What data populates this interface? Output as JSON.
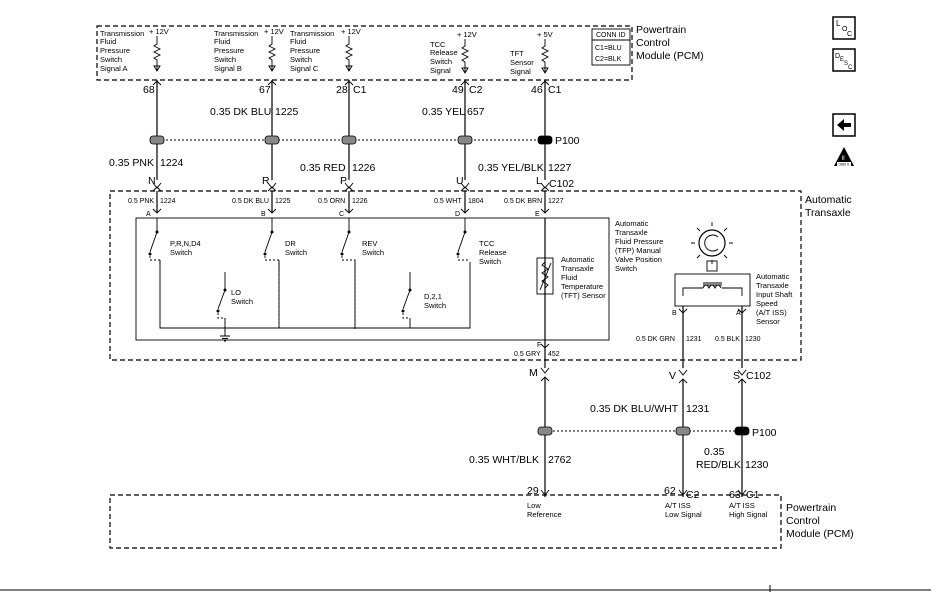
{
  "pcm_top": {
    "title": [
      "Powertrain",
      "Control",
      "Module (PCM)"
    ],
    "conn_id": [
      "CONN ID",
      "C1=BLU",
      "C2=BLK"
    ],
    "supplies": [
      "+ 12V",
      "+ 12V",
      "+ 12V",
      "+ 12V",
      "+ 5V"
    ],
    "signals": [
      [
        "Transmission",
        "Fluid",
        "Pressure",
        "Switch",
        "Signal A"
      ],
      [
        "Transmission",
        "Fluid",
        "Pressure",
        "Switch",
        "Signal B"
      ],
      [
        "Transmission",
        "Fluid",
        "Pressure",
        "Switch",
        "Signal C"
      ],
      [
        "TCC",
        "Release",
        "Switch",
        "Signal"
      ],
      [
        "TFT",
        "Sensor",
        "Signal"
      ]
    ],
    "pins": [
      "68",
      "67",
      "28",
      "49",
      "46"
    ],
    "pin_connectors": [
      "C1",
      "C2",
      "C1"
    ]
  },
  "wires_top": [
    {
      "gauge_color": "0.35 PNK",
      "circuit": "1224"
    },
    {
      "gauge_color": "0.35 DK BLU",
      "circuit": "1225"
    },
    {
      "gauge_color": "0.35 RED",
      "circuit": "1226"
    },
    {
      "gauge_color": "0.35 YEL",
      "circuit": "657"
    },
    {
      "gauge_color": "0.35 YEL/BLK",
      "circuit": "1227"
    }
  ],
  "splice_top": "P100",
  "c102_top": {
    "name": "C102",
    "letters": [
      "N",
      "R",
      "P",
      "U",
      "L"
    ]
  },
  "transaxle": {
    "title": [
      "Automatic",
      "Transaxle"
    ],
    "inner_wires": [
      {
        "label": "0.5 PNK",
        "circuit": "1224",
        "pin": "A"
      },
      {
        "label": "0.5 DK BLU",
        "circuit": "1225",
        "pin": "B"
      },
      {
        "label": "0.5 ORN",
        "circuit": "1226",
        "pin": "C"
      },
      {
        "label": "0.5 WHT",
        "circuit": "1804",
        "pin": "D"
      },
      {
        "label": "0.5 DK BRN",
        "circuit": "1227",
        "pin": "E"
      }
    ],
    "tfp_label": [
      "Automatic",
      "Transaxle",
      "Fluid Pressure",
      "(TFP) Manual",
      "Valve Position",
      "Switch"
    ],
    "switches": [
      [
        "P,R,N,D4",
        "Switch"
      ],
      [
        "DR",
        "Switch"
      ],
      [
        "REV",
        "Switch"
      ],
      [
        "TCC",
        "Release",
        "Switch"
      ],
      [
        "LO",
        "Switch"
      ],
      [
        "D,2,1",
        "Switch"
      ]
    ],
    "tft_label": [
      "Automatic",
      "Transaxle",
      "Fluid",
      "Temperature",
      "(TFT) Sensor"
    ],
    "f_pin": "F",
    "gry_wire": {
      "label": "0.5 GRY",
      "circuit": "452"
    },
    "iss_label": [
      "Automatic",
      "Transaxle",
      "Input Shaft",
      "Speed",
      "(A/T ISS)",
      "Sensor"
    ],
    "iss_pins": [
      "B",
      "A"
    ],
    "iss_wires": [
      {
        "label": "0.5 DK GRN",
        "circuit": "1231"
      },
      {
        "label": "0.5 BLK",
        "circuit": "1230"
      }
    ]
  },
  "c102_bottom": {
    "name": "C102",
    "letters": [
      "M",
      "V",
      "S"
    ]
  },
  "wires_bottom": [
    {
      "gauge_color": "0.35 WHT/BLK",
      "circuit": "2762"
    },
    {
      "gauge_color": "0.35 DK BLU/WHT",
      "circuit": "1231"
    },
    {
      "gauge_color": "0.35",
      "gauge_color2": "RED/BLK",
      "circuit": "1230"
    }
  ],
  "splice_bottom": "P100",
  "pcm_bottom": {
    "title": [
      "Powertrain",
      "Control",
      "Module (PCM)"
    ],
    "pins": [
      "29",
      "62",
      "63"
    ],
    "pin_connectors": [
      "C2",
      "C1"
    ],
    "signals": [
      [
        "Low",
        "Reference"
      ],
      [
        "A/T ISS",
        "Low Signal"
      ],
      [
        "A/T ISS",
        "High Signal"
      ]
    ]
  },
  "side_icons": {
    "loc": [
      "L",
      "O",
      "C"
    ],
    "desc": [
      "D",
      "E",
      "S",
      "C"
    ],
    "obd": [
      "II",
      "OBD II"
    ]
  }
}
